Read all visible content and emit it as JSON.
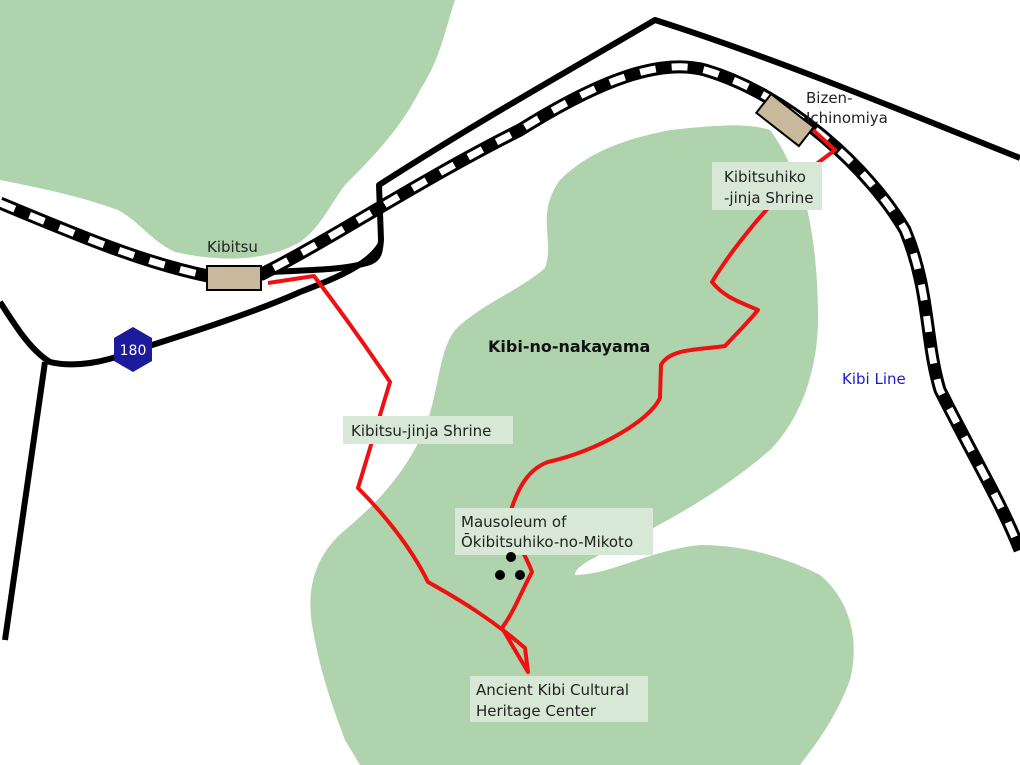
{
  "colors": {
    "background": "#ffffff",
    "forest": "#afd3ad",
    "trail": "#ee1111",
    "road": "#000000",
    "station": "#c8b89c",
    "label_bg": "#d7e8d6",
    "route_shield": "#1b1b9b",
    "rail_line_text": "#1a1ad0"
  },
  "stations": {
    "kibitsu": "Kibitsu",
    "bizen_line1": "Bizen-",
    "bizen_line2": "Ichinomiya"
  },
  "places": {
    "kibitsuhiko_line1": "Kibitsuhiko",
    "kibitsuhiko_line2": "-jinja Shrine",
    "kibitsu_shrine": "Kibitsu-jinja Shrine",
    "mountain": "Kibi-no-nakayama",
    "mausoleum_line1": "Mausoleum of",
    "mausoleum_line2": "Ōkibitsuhiko-no-Mikoto",
    "heritage_line1": "Ancient Kibi Cultural",
    "heritage_line2": "Heritage Center"
  },
  "rail_line": "Kibi Line",
  "route_number": "180",
  "icons": {
    "station": "station-icon",
    "route": "route-shield-icon",
    "mausoleum": "tomb-dots-icon"
  }
}
